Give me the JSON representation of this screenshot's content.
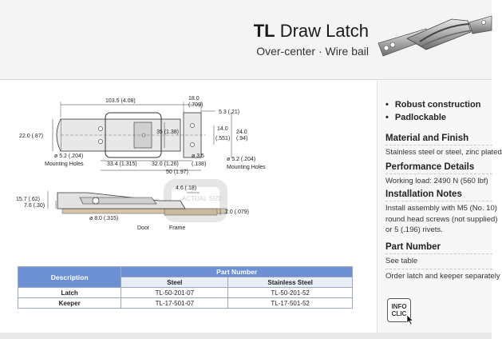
{
  "header": {
    "title_bold": "TL",
    "title_rest": "Draw Latch",
    "subtitle": "Over-center · Wire bail"
  },
  "drawing": {
    "dims": {
      "overall_length": "103.5 (4.08)",
      "top_right": "18.0\n(.709)",
      "d_5_3": "5.3 (.21)",
      "height_left": "22.0 (.87)",
      "d_35": "35 (1.38)",
      "d_14": "14.0",
      "d_14_in": "(.551)",
      "d_24": "24.0",
      "d_24_in": "(.94)",
      "hole_left": "ø 5.2 (.204)",
      "mounting_left": "Mounting Holes",
      "d_33_4": "33.4 (1.315)",
      "d_32": "32.0 (1.26)",
      "d_3_5": "ø 3.5",
      "d_3_5_in": "(.138)",
      "hole_right": "ø 5.2 (.204)",
      "mounting_right": "Mounting Holes",
      "d_50": "50 (1.97)",
      "d_15_7": "15.7 (.62)",
      "d_7_6": "7.6 (.30)",
      "d_4_6": "4.6 (.18)",
      "d_2_0": "2.0 (.079)",
      "d_8_0": "ø 8.0 (.315)",
      "door": "Door",
      "frame": "Frame",
      "actual_size": "ACTUAL SIZE"
    }
  },
  "table": {
    "description_header": "Description",
    "part_number_header": "Part Number",
    "col_steel": "Steel",
    "col_stainless": "Stainless Steel",
    "rows": [
      {
        "label": "Latch",
        "steel": "TL-50-201-07",
        "stainless": "TL-50-201-52"
      },
      {
        "label": "Keeper",
        "steel": "TL-17-501-07",
        "stainless": "TL-17-501-52"
      }
    ]
  },
  "features": [
    "Robust construction",
    "Padlockable"
  ],
  "specs": [
    {
      "heading": "Material and Finish",
      "body": [
        "Stainless steel or steel, zinc plated"
      ]
    },
    {
      "heading": "Performance Details",
      "body": [
        "Working load: 2490 N (560 lbf)"
      ]
    },
    {
      "heading": "Installation Notes",
      "body": [
        "Install assembly with M5 (No. 10)",
        "round head screws (not supplied)",
        "or 5 (.196) rivets."
      ]
    },
    {
      "heading": "Part Number",
      "body": [
        "See table",
        "Order latch and keeper separately"
      ]
    }
  ],
  "info_click": {
    "line1": "INFO",
    "line2": "CLIC"
  },
  "icons": {
    "info": "info-click-icon",
    "cursor": "cursor-arrow-icon"
  }
}
